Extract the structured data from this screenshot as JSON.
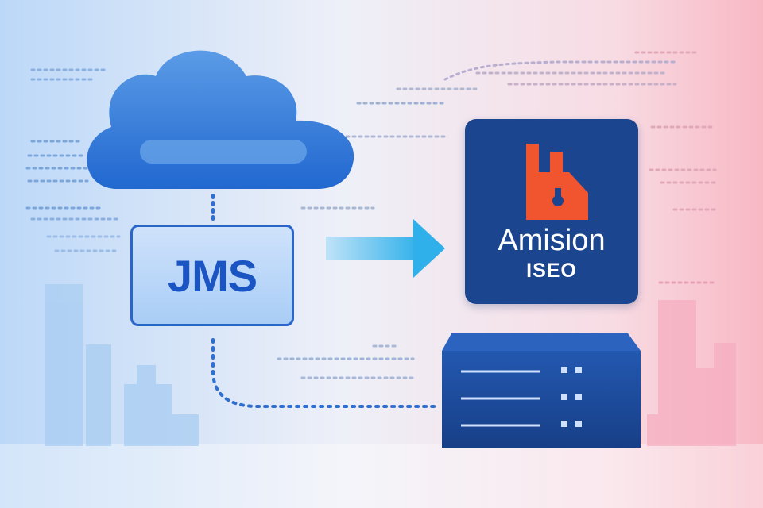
{
  "diagram": {
    "jms_label": "JMS",
    "logo_name": "Amision",
    "logo_sub": "ISEO",
    "icons": [
      "cloud-icon",
      "arrow-right-icon",
      "server-icon",
      "logo-mark-icon"
    ],
    "colors": {
      "cloud": "#2f7bdc",
      "jms_border": "#2a66c9",
      "jms_text": "#1b55c4",
      "logo_tile": "#1b468f",
      "logo_mark": "#f0552f",
      "server": "#1e4e9e",
      "arrow": "#3ab5ea"
    }
  }
}
